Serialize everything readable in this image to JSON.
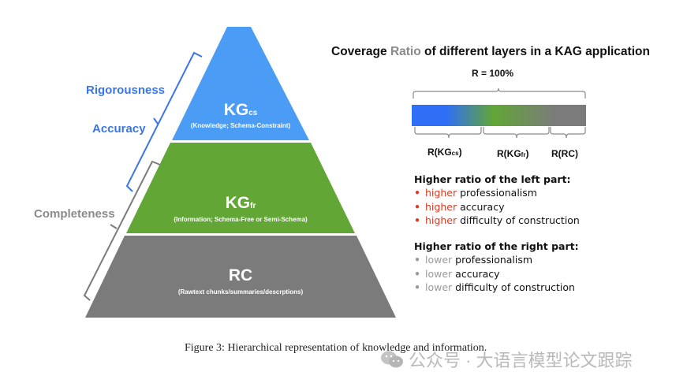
{
  "pyramid": {
    "layers": [
      {
        "id": "kgcs",
        "title_main": "KG",
        "title_sub": "cs",
        "description": "(Knowledge; Schema-Constraint)",
        "color": "#4a9cf5"
      },
      {
        "id": "kgfr",
        "title_main": "KG",
        "title_sub": "fr",
        "description": "(Information; Schema-Free or Semi-Schema)",
        "color": "#62a636"
      },
      {
        "id": "rc",
        "title_main": "RC",
        "title_sub": "",
        "description": "(Rawtext chunks/summaries/descrptions)",
        "color": "#7b7b7b"
      }
    ],
    "side_labels": [
      {
        "text": "Rigorousness",
        "color": "#3b76e8"
      },
      {
        "text": "Accuracy",
        "color": "#3b76e8"
      },
      {
        "text": "Completeness",
        "color": "#8a8a8a"
      }
    ],
    "bracket_colors": {
      "upper": "#3b76e8",
      "lower": "#7b7b7b"
    }
  },
  "coverage": {
    "title_prefix": "Coverage ",
    "title_accent": "Ratio",
    "title_suffix": " of different layers in a KAG application",
    "total_label": "R = 100%",
    "bar_gradient": [
      "#2f6ff5",
      "#2f6ff5",
      "#62a636",
      "#7b7b7b",
      "#7b7b7b"
    ],
    "segments": [
      {
        "main": "R(KG",
        "sub": "cs",
        "close": ")"
      },
      {
        "main": "R(KG",
        "sub": "fr",
        "close": ")"
      },
      {
        "main": "R(RC)",
        "sub": "",
        "close": ""
      }
    ]
  },
  "notes": {
    "left": {
      "heading": "Higher ratio of the left part:",
      "accent_color": "#e23a22",
      "items": [
        {
          "accent": "higher",
          "text": " professionalism"
        },
        {
          "accent": "higher",
          "text": " accuracy"
        },
        {
          "accent": "higher",
          "text": " difficulty of construction"
        }
      ]
    },
    "right": {
      "heading": "Higher ratio of the right part:",
      "accent_color": "#9a9a9a",
      "items": [
        {
          "accent": "lower",
          "text": " professionalism"
        },
        {
          "accent": "lower",
          "text": " accuracy"
        },
        {
          "accent": "lower",
          "text": " difficulty of construction"
        }
      ]
    },
    "bullet": "•"
  },
  "caption": "Figure 3: Hierarchical representation of knowledge and information.",
  "watermark": {
    "text": "公众号 · 大语言模型论文跟踪",
    "icon": "wechat-icon"
  }
}
